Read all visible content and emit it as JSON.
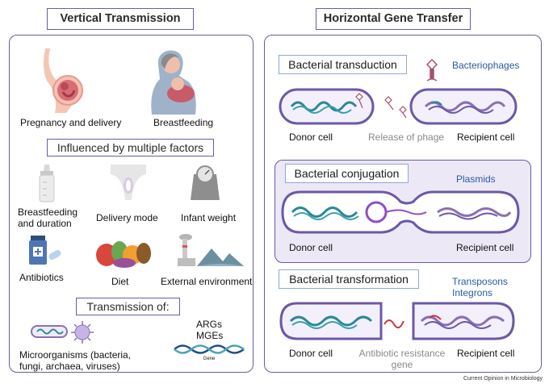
{
  "left": {
    "title": "Vertical Transmission",
    "pregnancy": "Pregnancy and delivery",
    "breastfeeding": "Breastfeeding",
    "factors_title": "Influenced by multiple factors",
    "factors": {
      "bf_duration_l1": "Breastfeeding",
      "bf_duration_l2": "and duration",
      "delivery_mode": "Delivery mode",
      "infant_weight": "Infant weight",
      "antibiotics": "Antibiotics",
      "diet": "Diet",
      "external": "External environment"
    },
    "transmission_title": "Transmission of:",
    "micro_l1": "Microorganisms (bacteria,",
    "micro_l2": "fungi, archaea, viruses)",
    "args": "ARGs",
    "mges": "MGEs",
    "gene": "Gene"
  },
  "right": {
    "title": "Horizontal Gene Transfer",
    "transduction": {
      "title": "Bacterial transduction",
      "tag": "Bacteriophages",
      "donor": "Donor cell",
      "release": "Release of phage",
      "recipient": "Recipient cell"
    },
    "conjugation": {
      "title": "Bacterial conjugation",
      "tag": "Plasmids",
      "donor": "Donor cell",
      "recipient": "Recipient cell"
    },
    "transformation": {
      "title": "Bacterial transformation",
      "tag_l1": "Transposons",
      "tag_l2": "Integrons",
      "donor": "Donor cell",
      "arg_l1": "Antibiotic resistance",
      "arg_l2": "gene",
      "recipient": "Recipient cell"
    }
  },
  "credit": "Current Opinion in Microbiology"
}
